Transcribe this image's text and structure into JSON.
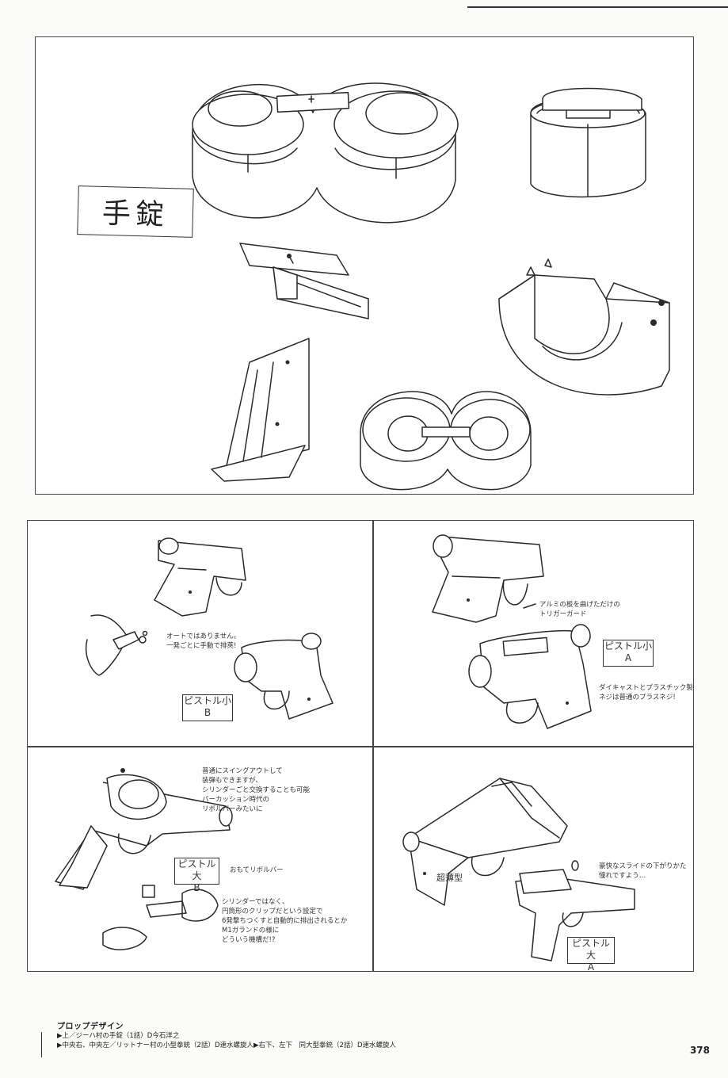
{
  "top_panel": {
    "title_label": "手錠"
  },
  "panels": {
    "pistol_small_b": {
      "label_line1": "ピストル小",
      "label_line2": "B",
      "note": [
        "オートではありません。",
        "一発ごとに手動で排莢!"
      ]
    },
    "pistol_small_a": {
      "label_line1": "ピストル小",
      "label_line2": "A",
      "note_trigger": [
        "アルミの板を曲げただけの",
        "トリガーガード"
      ],
      "note_material": [
        "ダイキャストとプラスチック製",
        "ネジは普通のプラスネジ!"
      ]
    },
    "pistol_large_b": {
      "label_line1": "ピストル大",
      "label_line2": "B",
      "note_top": [
        "普通にスイングアウトして",
        "装弾もできますが、",
        "シリンダーごと交換することも可能",
        "パーカッション時代の",
        "リボルバーみたいに"
      ],
      "note_mid": "おもてリボルバー",
      "note_bottom": [
        "シリンダーではなく、",
        "円筒形のクリップだという設定で",
        "6発撃ちつくすと自動的に排出されるとか",
        "M1ガランドの様に",
        "どういう機構だ!?"
      ]
    },
    "pistol_large_a": {
      "label_line1": "ピストル大",
      "label_line2": "A",
      "note_right": [
        "豪快なスライドの下がりかた",
        "憧れですよう…"
      ],
      "note_left": "超薄型"
    }
  },
  "footer": {
    "heading": "プロップデザイン",
    "line1": "▶上／ジーハ村の手錠（1話）D今石洋之",
    "line2": "▶中央右、中央左／リットナー村の小型拳銃（2話）D速水螺旋人▶右下、左下　同大型拳銃（2話）D速水螺旋人",
    "page_number": "378"
  }
}
